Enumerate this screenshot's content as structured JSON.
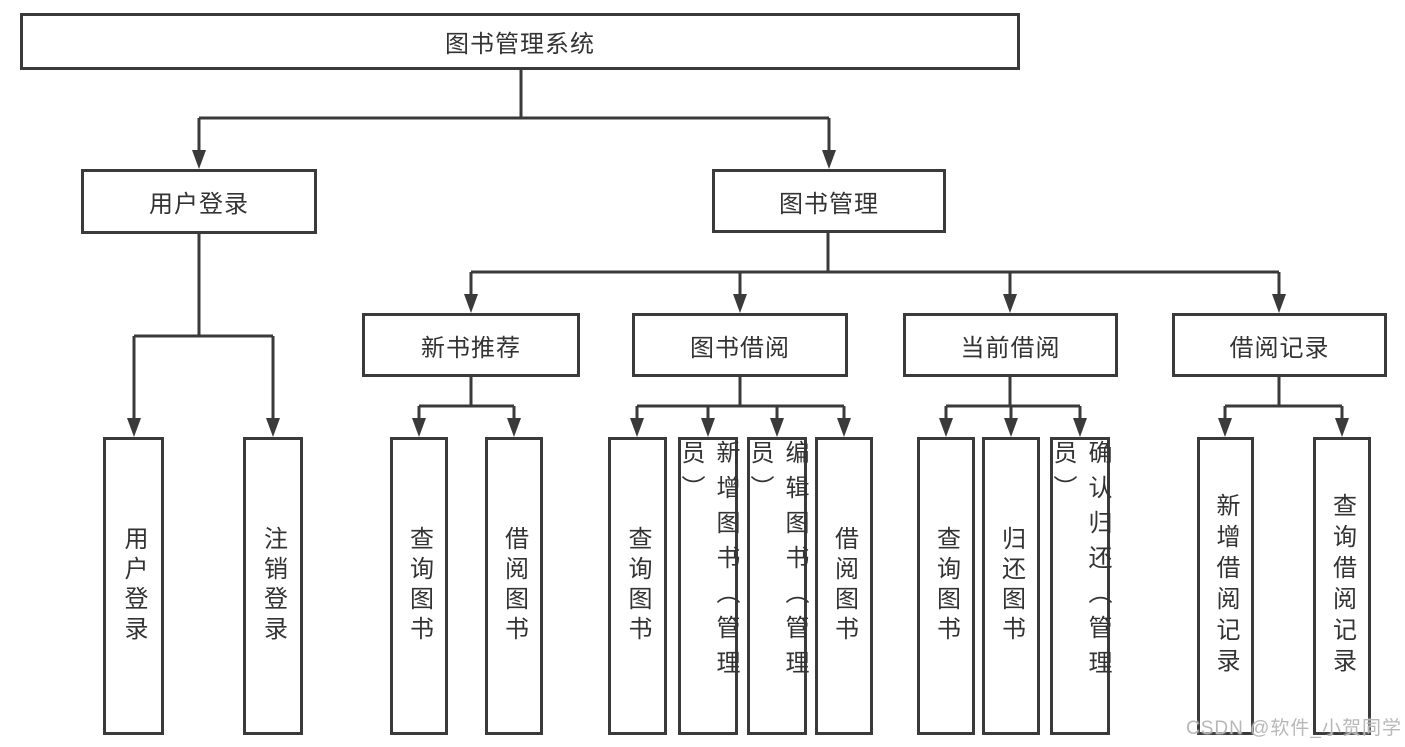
{
  "diagram": {
    "title": "图书管理系统",
    "nodes": {
      "root": "图书管理系统",
      "login": "用户登录",
      "mgmt": "图书管理",
      "new_books": "新书推荐",
      "borrow": "图书借阅",
      "current": "当前借阅",
      "records": "借阅记录",
      "login_user": "用户登录",
      "login_out": "注销登录",
      "nb_query": "查询图书",
      "nb_borrow": "借阅图书",
      "bb_query": "查询图书",
      "bb_add": "新增图书（管理员）",
      "bb_edit": "编辑图书（管理员）",
      "bb_borrow": "借阅图书",
      "cb_query": "查询图书",
      "cb_return": "归还图书",
      "cb_confirm": "确认归还（管理员）",
      "br_add": "新增借阅记录",
      "br_query": "查询借阅记录"
    },
    "structure": {
      "root_children": [
        "用户登录",
        "图书管理"
      ],
      "用户登录_children": [
        "用户登录",
        "注销登录"
      ],
      "图书管理_children": [
        "新书推荐",
        "图书借阅",
        "当前借阅",
        "借阅记录"
      ],
      "新书推荐_children": [
        "查询图书",
        "借阅图书"
      ],
      "图书借阅_children": [
        "查询图书",
        "新增图书（管理员）",
        "编辑图书（管理员）",
        "借阅图书"
      ],
      "当前借阅_children": [
        "查询图书",
        "归还图书",
        "确认归还（管理员）"
      ],
      "借阅记录_children": [
        "新增借阅记录",
        "查询借阅记录"
      ]
    },
    "colors": {
      "line": "#3a3a3a",
      "text": "#333333",
      "watermark": "#b8b8b8",
      "background": "#ffffff"
    }
  },
  "watermark": "CSDN @软件_小贺同学"
}
